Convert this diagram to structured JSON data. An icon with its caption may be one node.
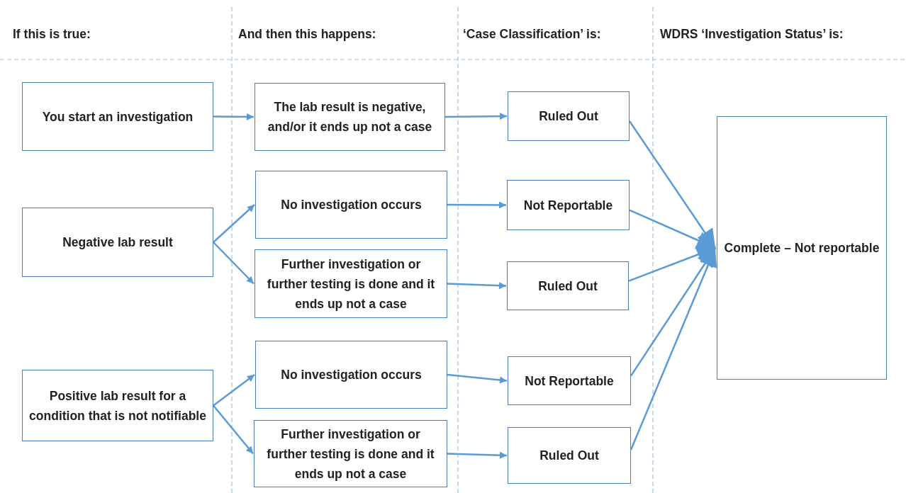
{
  "diagram": {
    "nodes": [
      {
        "text": [
          "You start an investigation"
        ]
      },
      {
        "text": [
          "The lab result is negative, and/or it ends up not a case"
        ]
      },
      {
        "text": [
          "Ruled Out"
        ]
      },
      {
        "text": [
          "Negative lab result"
        ]
      },
      {
        "text": [
          "No investigation occurs"
        ]
      },
      {
        "text": [
          "Not Reportable"
        ]
      },
      {
        "text": [
          "Further investigation or further testing is done and it ends up not a case"
        ]
      },
      {
        "text": [
          "Ruled Out"
        ]
      },
      {
        "text": [
          "Positive lab result for a condition that is not notifiable"
        ]
      },
      {
        "text": [
          "No investigation occurs"
        ]
      },
      {
        "text": [
          "Not Reportable"
        ]
      },
      {
        "text": [
          "Further investigation or further testing is done and it ends up not a case"
        ]
      },
      {
        "text": [
          "Ruled Out"
        ]
      },
      {
        "text": [
          "Complete – Not reportable"
        ]
      }
    ],
    "edges": [
      {
        "from": 0,
        "to": 1,
        "arrow": "to"
      },
      {
        "from": 1,
        "to": 2,
        "arrow": "to"
      },
      {
        "from": 3,
        "to": 4,
        "arrow": "to"
      },
      {
        "from": 3,
        "to": 6,
        "arrow": "to"
      },
      {
        "from": 4,
        "to": 5,
        "arrow": "to"
      },
      {
        "from": 6,
        "to": 7,
        "arrow": "to"
      },
      {
        "from": 8,
        "to": 9,
        "arrow": "to"
      },
      {
        "from": 8,
        "to": 11,
        "arrow": "to"
      },
      {
        "from": 9,
        "to": 10,
        "arrow": "to"
      },
      {
        "from": 11,
        "to": 12,
        "arrow": "to"
      },
      {
        "from": 2,
        "to": 13,
        "arrow": "to"
      },
      {
        "from": 5,
        "to": 13,
        "arrow": "to"
      },
      {
        "from": 7,
        "to": 13,
        "arrow": "to"
      },
      {
        "from": 10,
        "to": 13,
        "arrow": "to"
      },
      {
        "from": 12,
        "to": 13,
        "arrow": "to"
      }
    ],
    "labels": [
      "If this is true:",
      "And then this happens:",
      "‘Case Classification’ is:",
      "WDRS ‘Investigation Status’ is:"
    ]
  }
}
